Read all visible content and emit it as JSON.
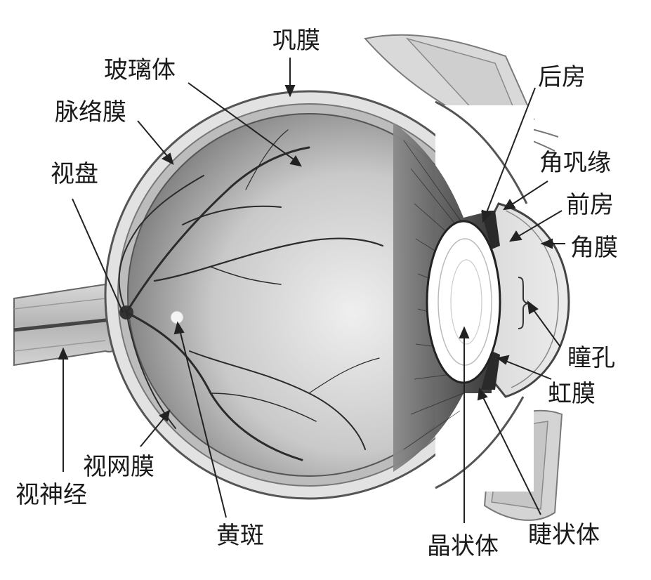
{
  "diagram": {
    "labels": {
      "sclera": "巩膜",
      "vitreous": "玻璃体",
      "choroid": "脉络膜",
      "optic_disc": "视盘",
      "retina": "视网膜",
      "optic_nerve": "视神经",
      "macula": "黄斑",
      "lens": "晶状体",
      "ciliary_body": "睫状体",
      "posterior_chamber": "后房",
      "limbus": "角巩缘",
      "anterior_chamber": "前房",
      "cornea": "角膜",
      "pupil": "瞳孔",
      "iris": "虹膜"
    }
  }
}
